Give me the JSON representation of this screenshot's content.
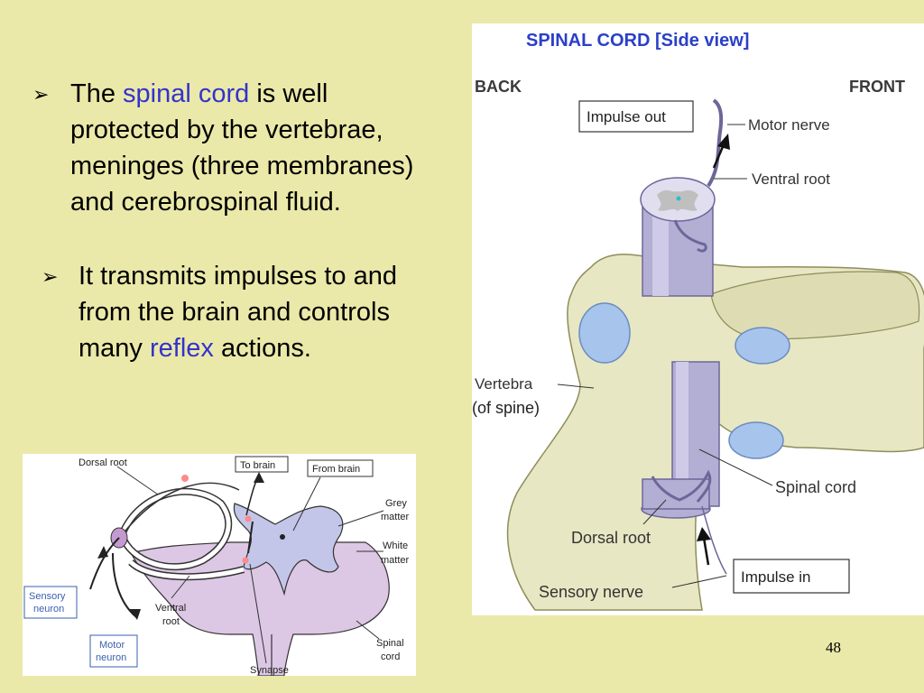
{
  "bullets": [
    {
      "marker": "➢",
      "text_before": "The ",
      "highlight": "spinal cord",
      "text_after": " is well protected by the vertebrae, meninges (three membranes) and cerebrospinal fluid."
    },
    {
      "marker": "➢",
      "text_before": "It transmits impulses to and from the brain and controls many ",
      "highlight": "reflex",
      "text_after": " actions."
    }
  ],
  "side_view": {
    "title": "SPINAL CORD [Side view]",
    "back": "BACK",
    "front": "FRONT",
    "impulse_out": "Impulse out",
    "motor_nerve": "Motor nerve",
    "ventral_root": "Ventral root",
    "vertebra_line1": "Vertebra",
    "vertebra_line2": "(of spine)",
    "spinal_cord": "Spinal cord",
    "dorsal_root": "Dorsal root",
    "sensory_nerve": "Sensory nerve",
    "impulse_in": "Impulse in"
  },
  "cross_section": {
    "dorsal_root": "Dorsal root",
    "to_brain": "To brain",
    "from_brain": "From brain",
    "grey_line1": "Grey",
    "grey_line2": "matter",
    "white_line1": "White",
    "white_line2": "matter",
    "sensory_line1": "Sensory",
    "sensory_line2": "neuron",
    "ventral_line1": "Ventral",
    "ventral_line2": "root",
    "motor_line1": "Motor",
    "motor_line2": "neuron",
    "spinal_line1": "Spinal",
    "spinal_line2": "cord",
    "synapse": "Synapse"
  },
  "page_number": "48",
  "colors": {
    "background": "#ebe9a9",
    "highlight": "#3333cc",
    "title_blue": "#2a3fc9",
    "bone": "#e8e7c4",
    "cord": "#b3aed3",
    "disc_blue": "#a7c4ec",
    "cross_section_pink": "#dcc7e4",
    "grey_matter": "#c3c6e8"
  }
}
